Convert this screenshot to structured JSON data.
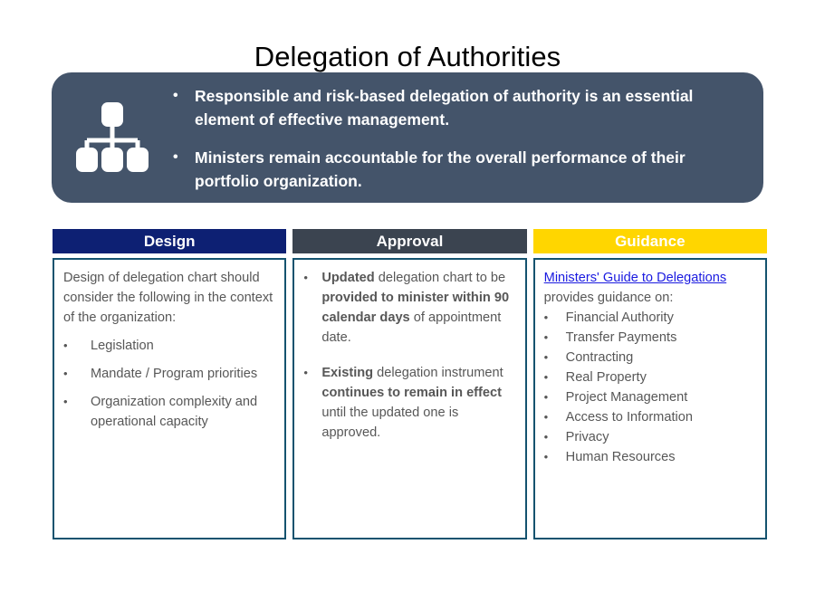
{
  "slide": {
    "title": "Delegation of Authorities"
  },
  "banner": {
    "icon": "org-chart-icon",
    "background_color": "#44546A",
    "bullet_glyph": "•",
    "items": [
      "Responsible and risk-based delegation of authority is an essential element of effective management.",
      "Ministers remain accountable for the overall performance of their portfolio organization."
    ]
  },
  "columns": [
    {
      "key": "design",
      "header": "Design",
      "header_color": "#0D2073",
      "intro": "Design of delegation chart should consider the following in the context of the organization:",
      "bullet_glyph": "•",
      "bullets": [
        "Legislation",
        "Mandate / Program priorities",
        "Organization complexity and operational capacity"
      ]
    },
    {
      "key": "approval",
      "header": "Approval",
      "header_color": "#3B4450",
      "bullet_glyph": "•",
      "bullets": [
        {
          "segments": [
            {
              "text": "Updated",
              "bold": true
            },
            {
              "text": " delegation chart to be ",
              "bold": false
            },
            {
              "text": "provided to minister within 90 calendar days",
              "bold": true
            },
            {
              "text": " of appointment date.",
              "bold": false
            }
          ]
        },
        {
          "segments": [
            {
              "text": "Existing",
              "bold": true
            },
            {
              "text": " delegation instrument ",
              "bold": false
            },
            {
              "text": "continues to remain in effect",
              "bold": true
            },
            {
              "text": " until the updated one is approved.",
              "bold": false
            }
          ]
        }
      ]
    },
    {
      "key": "guidance",
      "header": "Guidance",
      "header_color": "#FFD600",
      "link_text": "Ministers' Guide to Delegations",
      "link_color": "#1A1AE0",
      "intro_after_link": "provides guidance on:",
      "bullet_glyph": "•",
      "bullets": [
        "Financial Authority",
        "Transfer Payments",
        "Contracting",
        "Real Property",
        "Project Management",
        "Access to Information",
        "Privacy",
        "Human Resources"
      ]
    }
  ],
  "theme": {
    "box_border_color": "#14536F",
    "body_text_color": "#575757"
  }
}
